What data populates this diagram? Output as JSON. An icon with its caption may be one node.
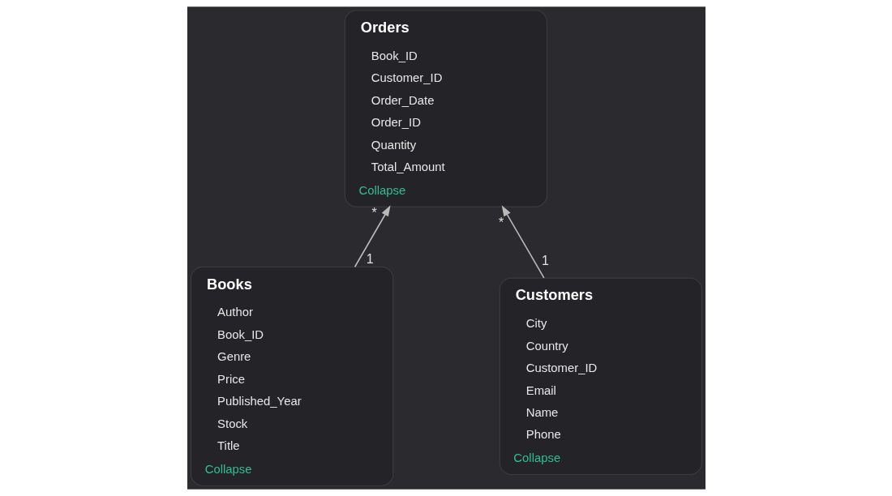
{
  "diagram": {
    "nodes": [
      {
        "text": [
          "Orders",
          "Book_ID",
          "Customer_ID",
          "Order_Date",
          "Order_ID",
          "Quantity",
          "Total_Amount",
          "Collapse"
        ],
        "beside": [
          "*",
          "*"
        ]
      },
      {
        "text": [
          "Books",
          "Author",
          "Book_ID",
          "Genre",
          "Price",
          "Published_Year",
          "Stock",
          "Title",
          "Collapse"
        ],
        "beside": [
          "1"
        ]
      },
      {
        "text": [
          "Customers",
          "City",
          "Country",
          "Customer_ID",
          "Email",
          "Name",
          "Phone",
          "Collapse"
        ],
        "beside": [
          "1"
        ]
      }
    ],
    "edges": [
      {
        "from": 1,
        "to": 0,
        "arrow": "to"
      },
      {
        "from": 2,
        "to": 0,
        "arrow": "to"
      }
    ]
  }
}
